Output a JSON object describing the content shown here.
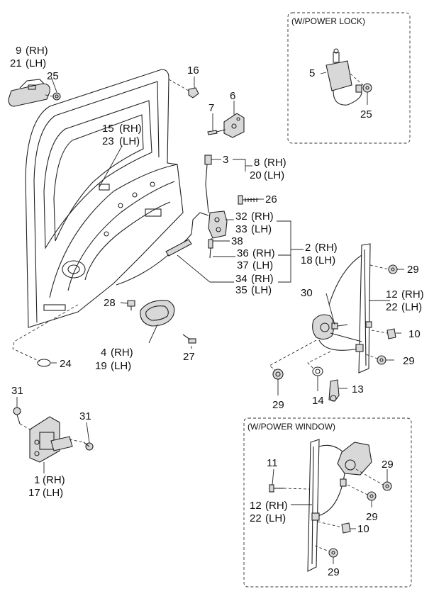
{
  "boxes": {
    "power_lock_title": "(W/POWER LOCK)",
    "power_window_title": "(W/POWER WINDOW)"
  },
  "labels": {
    "p9": "9",
    "p9_side": "(RH)",
    "p21": "21",
    "p21_side": "(LH)",
    "p25a": "25",
    "p16": "16",
    "p7": "7",
    "p6": "6",
    "p15": "15",
    "p15_side": "(RH)",
    "p23": "23",
    "p23_side": "(LH)",
    "p3": "3",
    "p8": "8",
    "p8_side": "(RH)",
    "p20": "20",
    "p20_side": "(LH)",
    "p26": "26",
    "p32": "32",
    "p32_side": "(RH)",
    "p33": "33",
    "p33_side": "(LH)",
    "p38": "38",
    "p36": "36",
    "p36_side": "(RH)",
    "p37": "37",
    "p37_side": "(LH)",
    "p2": "2",
    "p2_side": "(RH)",
    "p18": "18",
    "p18_side": "(LH)",
    "p34": "34",
    "p34_side": "(RH)",
    "p35": "35",
    "p35_side": "(LH)",
    "p5": "5",
    "p25b": "25",
    "p28": "28",
    "p4": "4",
    "p4_side": "(RH)",
    "p19": "19",
    "p19_side": "(LH)",
    "p27": "27",
    "p24": "24",
    "p29a": "29",
    "p30": "30",
    "p12a": "12",
    "p12a_side": "(RH)",
    "p22a": "22",
    "p22a_side": "(LH)",
    "p10a": "10",
    "p29b": "29",
    "p13": "13",
    "p14": "14",
    "p29c": "29",
    "p31a": "31",
    "p31b": "31",
    "p1": "1",
    "p1_side": "(RH)",
    "p17": "17",
    "p17_side": "(LH)",
    "p11": "11",
    "p29d": "29",
    "p12b": "12",
    "p12b_side": "(RH)",
    "p22b": "22",
    "p22b_side": "(LH)",
    "p29e": "29",
    "p10b": "10",
    "p29f": "29"
  }
}
